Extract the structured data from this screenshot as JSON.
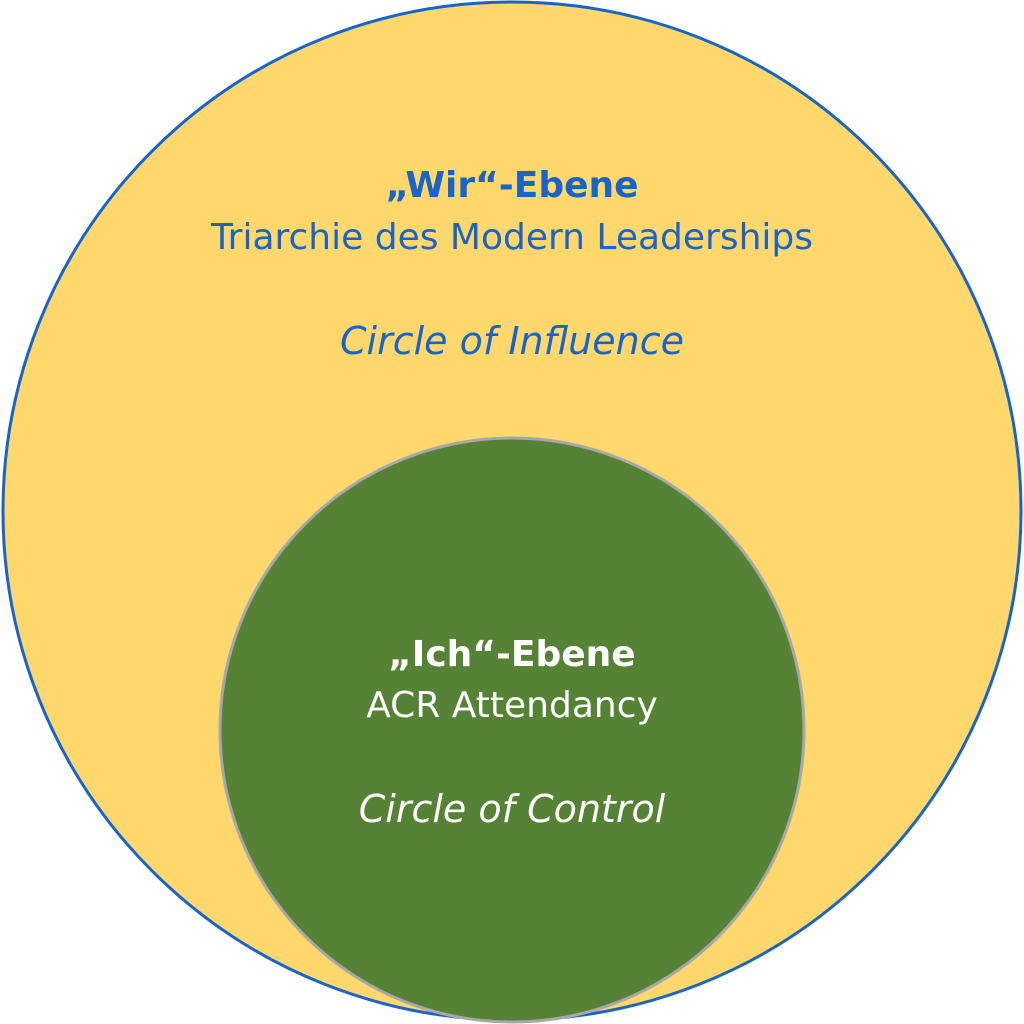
{
  "outer_circle": {
    "heading": "„Wir“-Ebene",
    "subtitle": "Triarchie des Modern Leaderships",
    "label": "Circle of Influence",
    "fill_color": "#fed86c",
    "stroke_color": "#1a64c8",
    "text_color": "#1a64c8"
  },
  "inner_circle": {
    "heading": "„Ich“-Ebene",
    "subtitle": "ACR Attendancy",
    "label": "Circle of Control",
    "fill_color": "#568235",
    "stroke_color": "#a8a8a8",
    "text_color": "#ffffff"
  }
}
